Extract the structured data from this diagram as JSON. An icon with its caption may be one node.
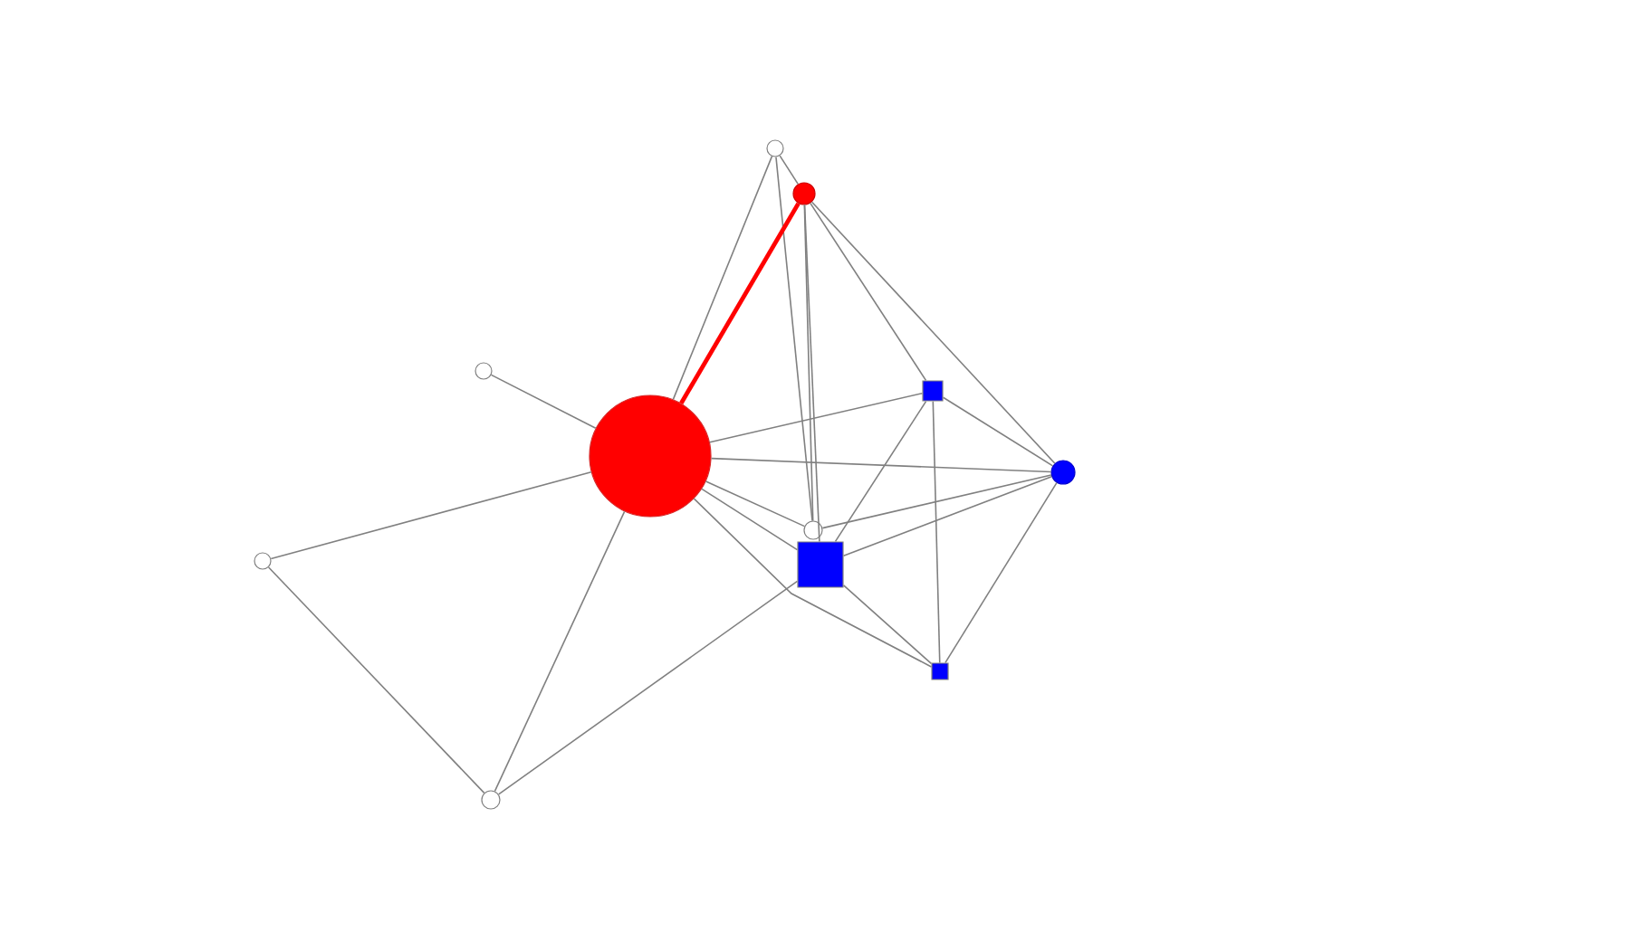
{
  "diagram": {
    "nodes": [
      {
        "text": [],
        "shape": "circle"
      },
      {
        "text": [],
        "shape": "circle"
      },
      {
        "text": [],
        "shape": "circle"
      },
      {
        "text": [],
        "shape": "box"
      },
      {
        "text": [],
        "shape": "circle"
      },
      {
        "text": [],
        "shape": "circle"
      },
      {
        "text": [],
        "shape": "circle"
      },
      {
        "text": [],
        "shape": "circle"
      },
      {
        "text": [],
        "shape": "box"
      },
      {
        "text": [],
        "shape": "box"
      },
      {
        "text": [],
        "shape": "circle"
      }
    ],
    "edges": [
      {
        "from": 0,
        "to": 1,
        "arrow": "none"
      },
      {
        "from": 0,
        "to": 4,
        "arrow": "none"
      },
      {
        "from": 0,
        "to": 6,
        "arrow": "none"
      },
      {
        "from": 1,
        "to": 4,
        "arrow": "none",
        "style": "thick",
        "color": "#ff0000"
      },
      {
        "from": 1,
        "to": 6,
        "arrow": "none"
      },
      {
        "from": 1,
        "to": 8,
        "arrow": "none"
      },
      {
        "from": 1,
        "to": 3,
        "arrow": "none"
      },
      {
        "from": 1,
        "to": 5,
        "arrow": "none"
      },
      {
        "from": 2,
        "to": 4,
        "arrow": "none"
      },
      {
        "from": 4,
        "to": 3,
        "arrow": "none"
      },
      {
        "from": 4,
        "to": 5,
        "arrow": "none"
      },
      {
        "from": 4,
        "to": 7,
        "arrow": "none"
      },
      {
        "from": 4,
        "to": 10,
        "arrow": "none"
      },
      {
        "from": 4,
        "to": 6,
        "arrow": "none"
      },
      {
        "from": 4,
        "to": 8,
        "arrow": "none"
      },
      {
        "from": 4,
        "to": 9,
        "arrow": "none"
      },
      {
        "from": 3,
        "to": 5,
        "arrow": "none"
      },
      {
        "from": 3,
        "to": 8,
        "arrow": "none"
      },
      {
        "from": 3,
        "to": 9,
        "arrow": "none"
      },
      {
        "from": 5,
        "to": 6,
        "arrow": "none"
      },
      {
        "from": 5,
        "to": 8,
        "arrow": "none"
      },
      {
        "from": 5,
        "to": 9,
        "arrow": "none"
      },
      {
        "from": 8,
        "to": 9,
        "arrow": "none"
      },
      {
        "from": 7,
        "to": 10,
        "arrow": "none"
      },
      {
        "from": 10,
        "to": 8,
        "arrow": "none"
      }
    ]
  }
}
